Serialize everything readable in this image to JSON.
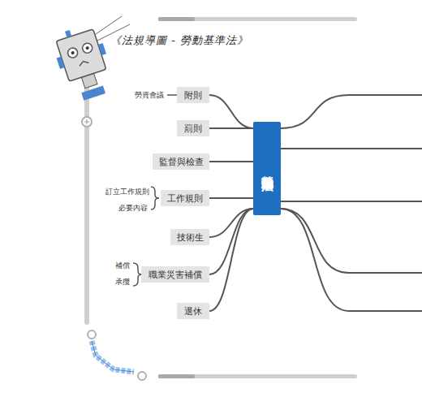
{
  "diagram": {
    "title": "《法規導圖 - 勞動基準法》",
    "nodes": [
      {
        "text": [
          "勞動基準法"
        ]
      },
      {
        "text": [
          "附則"
        ]
      },
      {
        "text": [
          "罰則"
        ]
      },
      {
        "text": [
          "監督與檢查"
        ]
      },
      {
        "text": [
          "工作規則"
        ]
      },
      {
        "text": [
          "技術生"
        ]
      },
      {
        "text": [
          "職業災害補償"
        ]
      },
      {
        "text": [
          "退休"
        ]
      }
    ],
    "edges": [
      {
        "from": 0,
        "to": 1,
        "arrow": "none"
      },
      {
        "from": 0,
        "to": 2,
        "arrow": "none"
      },
      {
        "from": 0,
        "to": 3,
        "arrow": "none"
      },
      {
        "from": 0,
        "to": 4,
        "arrow": "none"
      },
      {
        "from": 0,
        "to": 5,
        "arrow": "none"
      },
      {
        "from": 0,
        "to": 6,
        "arrow": "none"
      },
      {
        "from": 0,
        "to": 7,
        "arrow": "none"
      }
    ],
    "labels": [
      "勞資會議",
      "訂立工作規則",
      "必要內容",
      "補償",
      "承攬"
    ]
  }
}
